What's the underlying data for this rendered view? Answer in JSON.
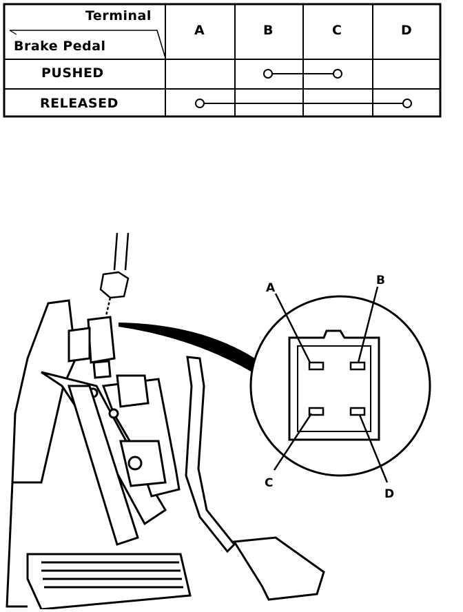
{
  "table": {
    "header_top": "Terminal",
    "header_bottom": "Brake Pedal",
    "terminals": [
      "A",
      "B",
      "C",
      "D"
    ],
    "rows": [
      {
        "label": "PUSHED",
        "connection": [
          "B",
          "C"
        ]
      },
      {
        "label": "RELEASED",
        "connection": [
          "A",
          "D"
        ]
      }
    ]
  },
  "connector": {
    "labels": {
      "a": "A",
      "b": "B",
      "c": "C",
      "d": "D"
    }
  }
}
